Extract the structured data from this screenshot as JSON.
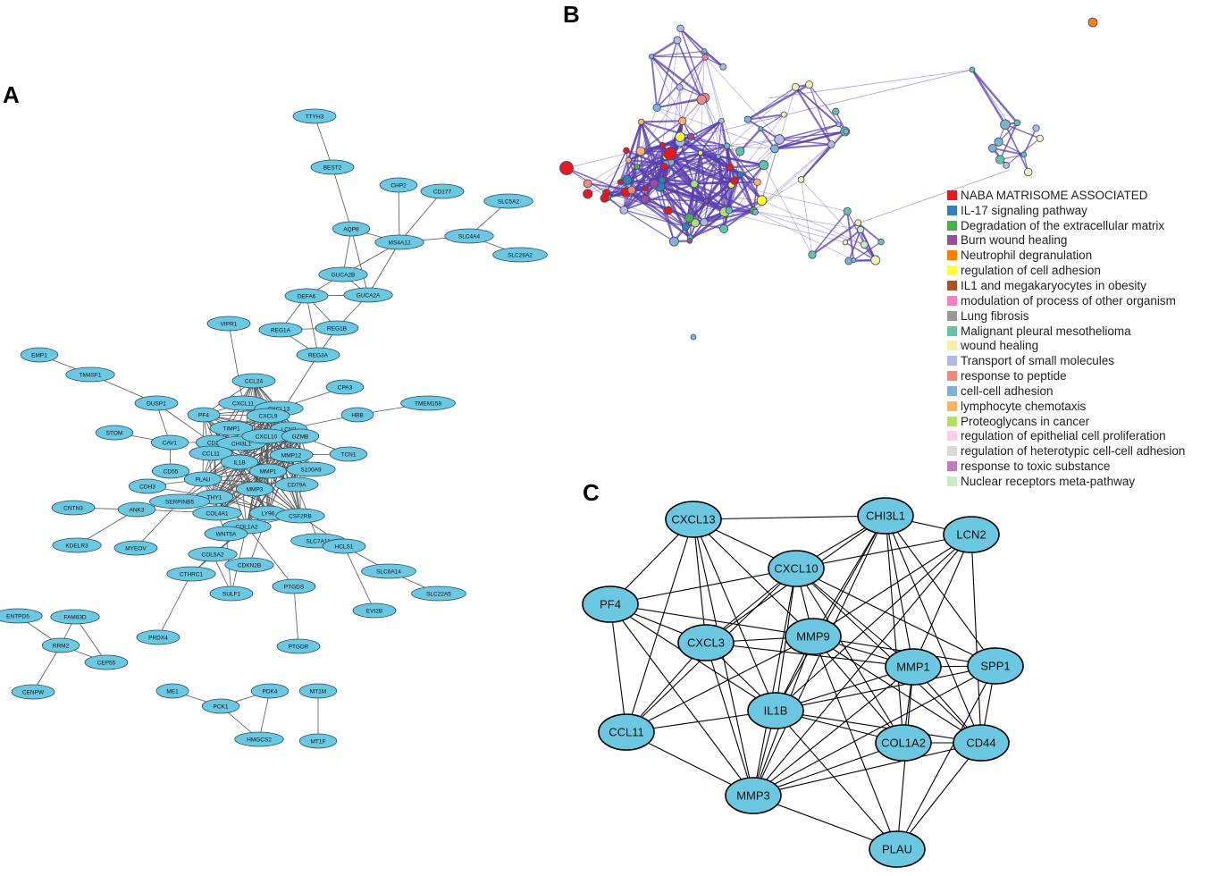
{
  "panels": {
    "a": {
      "label": "A",
      "node_fill": "#6cc8e0",
      "node_stroke": "#1f4f60",
      "edge_color": "#555555",
      "nodes": [
        {
          "id": "TTYH3",
          "label": "TTYH3"
        },
        {
          "id": "BEST2",
          "label": "BEST2"
        },
        {
          "id": "CHP2",
          "label": "CHP2"
        },
        {
          "id": "CD177",
          "label": "CD177"
        },
        {
          "id": "SLC5A2",
          "label": "SLC5A2"
        },
        {
          "id": "AQP8",
          "label": "AQP8"
        },
        {
          "id": "MS4A12",
          "label": "MS4A12"
        },
        {
          "id": "SLC4A4",
          "label": "SLC4A4"
        },
        {
          "id": "SLC26A2",
          "label": "SLC26A2"
        },
        {
          "id": "GUCA2B",
          "label": "GUCA2B"
        },
        {
          "id": "DEFA6",
          "label": "DEFA6"
        },
        {
          "id": "GUCA2A",
          "label": "GUCA2A"
        },
        {
          "id": "VIPR1",
          "label": "VIPR1"
        },
        {
          "id": "REG1A",
          "label": "REG1A"
        },
        {
          "id": "REG1B",
          "label": "REG1B"
        },
        {
          "id": "REG3A",
          "label": "REG3A"
        },
        {
          "id": "EMP1",
          "label": "EMP1"
        },
        {
          "id": "TM4SF1",
          "label": "TM4SF1"
        },
        {
          "id": "CCL24",
          "label": "CCL24"
        },
        {
          "id": "CPA3",
          "label": "CPA3"
        },
        {
          "id": "TMEM158",
          "label": "TMEM158"
        },
        {
          "id": "DUSP1",
          "label": "DUSP1"
        },
        {
          "id": "CXCL11",
          "label": "CXCL11"
        },
        {
          "id": "CXCL13",
          "label": "CXCL13"
        },
        {
          "id": "HBB",
          "label": "HBB"
        },
        {
          "id": "PF4",
          "label": "PF4"
        },
        {
          "id": "CXCL9",
          "label": "CXCL9"
        },
        {
          "id": "STOM",
          "label": "STOM"
        },
        {
          "id": "TIMP1",
          "label": "TIMP1"
        },
        {
          "id": "LCN2",
          "label": "LCN2"
        },
        {
          "id": "CAV1",
          "label": "CAV1"
        },
        {
          "id": "CD27",
          "label": "CD27"
        },
        {
          "id": "CHI3L1",
          "label": "CHI3L1"
        },
        {
          "id": "CXCL10",
          "label": "CXCL10"
        },
        {
          "id": "GZMB",
          "label": "GZMB"
        },
        {
          "id": "TCN1",
          "label": "TCN1"
        },
        {
          "id": "CCL11",
          "label": "CCL11"
        },
        {
          "id": "IL1B",
          "label": "IL1B"
        },
        {
          "id": "MMP12",
          "label": "MMP12"
        },
        {
          "id": "S100A9",
          "label": "S100A9"
        },
        {
          "id": "CD55",
          "label": "CD55"
        },
        {
          "id": "PLAU",
          "label": "PLAU"
        },
        {
          "id": "MMP1",
          "label": "MMP1"
        },
        {
          "id": "CD79A",
          "label": "CD79A"
        },
        {
          "id": "CDH3",
          "label": "CDH3"
        },
        {
          "id": "THY1",
          "label": "THY1"
        },
        {
          "id": "MMP3",
          "label": "MMP3"
        },
        {
          "id": "SERPINB5",
          "label": "SERPINB5"
        },
        {
          "id": "CNTN3",
          "label": "CNTN3"
        },
        {
          "id": "ANK3",
          "label": "ANK3"
        },
        {
          "id": "COL4A1",
          "label": "COL4A1"
        },
        {
          "id": "LY96",
          "label": "LY96"
        },
        {
          "id": "CSF2RB",
          "label": "CSF2RB"
        },
        {
          "id": "COL1A2",
          "label": "COL1A2"
        },
        {
          "id": "WNT5A",
          "label": "WNT5A"
        },
        {
          "id": "SLC7A11",
          "label": "SLC7A11"
        },
        {
          "id": "HCLS1",
          "label": "HCLS1"
        },
        {
          "id": "KDELR3",
          "label": "KDELR3"
        },
        {
          "id": "MYEOV",
          "label": "MYEOV"
        },
        {
          "id": "COL5A2",
          "label": "COL5A2"
        },
        {
          "id": "CDKN2B",
          "label": "CDKN2B"
        },
        {
          "id": "SLC6A14",
          "label": "SLC6A14"
        },
        {
          "id": "CTHRC1",
          "label": "CTHRC1"
        },
        {
          "id": "SULF1",
          "label": "SULF1"
        },
        {
          "id": "PTGDS",
          "label": "PTGDS"
        },
        {
          "id": "EVI2B",
          "label": "EVI2B"
        },
        {
          "id": "SLC22A5",
          "label": "SLC22A5"
        },
        {
          "id": "ENTPD5",
          "label": "ENTPD5"
        },
        {
          "id": "FAM83D",
          "label": "FAM83D"
        },
        {
          "id": "RRM2",
          "label": "RRM2"
        },
        {
          "id": "CEP55",
          "label": "CEP55"
        },
        {
          "id": "PRDX4",
          "label": "PRDX4"
        },
        {
          "id": "PTGDR",
          "label": "PTGDR"
        },
        {
          "id": "CENPW",
          "label": "CENPW"
        },
        {
          "id": "ME1",
          "label": "ME1"
        },
        {
          "id": "PDK4",
          "label": "PDK4"
        },
        {
          "id": "MT1M",
          "label": "MT1M"
        },
        {
          "id": "PCK1",
          "label": "PCK1"
        },
        {
          "id": "HMGCS2",
          "label": "HMGCS2"
        },
        {
          "id": "MT1F",
          "label": "MT1F"
        }
      ]
    },
    "b": {
      "label": "B",
      "edge_color": "#5a3fb0",
      "legend": [
        {
          "label": "NABA MATRISOME ASSOCIATED",
          "color": "#e41a1c"
        },
        {
          "label": "IL-17 signaling pathway",
          "color": "#377eb8"
        },
        {
          "label": "Degradation of the extracellular matrix",
          "color": "#4daf4a"
        },
        {
          "label": "Burn wound healing",
          "color": "#984ea3"
        },
        {
          "label": "Neutrophil degranulation",
          "color": "#ff7f00"
        },
        {
          "label": "regulation of cell adhesion",
          "color": "#ffff33"
        },
        {
          "label": "IL1 and megakaryocytes in obesity",
          "color": "#a65628"
        },
        {
          "label": "modulation of process of other organism",
          "color": "#f781bf"
        },
        {
          "label": "Lung fibrosis",
          "color": "#999999"
        },
        {
          "label": "Malignant pleural mesothelioma",
          "color": "#66c2a5"
        },
        {
          "label": "wound healing",
          "color": "#f5f0a8"
        },
        {
          "label": "Transport of small molecules",
          "color": "#b7b7e4"
        },
        {
          "label": "response to peptide",
          "color": "#f08a7e"
        },
        {
          "label": "cell-cell adhesion",
          "color": "#80b1d3"
        },
        {
          "label": "lymphocyte chemotaxis",
          "color": "#fdb462"
        },
        {
          "label": "Proteoglycans in cancer",
          "color": "#b3de69"
        },
        {
          "label": "regulation of epithelial cell proliferation",
          "color": "#fccde5"
        },
        {
          "label": "regulation of heterotypic cell-cell adhesion",
          "color": "#d9d9d9"
        },
        {
          "label": "response to toxic substance",
          "color": "#bc80bd"
        },
        {
          "label": "Nuclear receptors meta-pathway",
          "color": "#ccebc5"
        }
      ]
    },
    "c": {
      "label": "C",
      "node_fill": "#6cc8e0",
      "node_stroke": "#000000",
      "edge_color": "#000000",
      "nodes": [
        {
          "id": "CXCL13",
          "label": "CXCL13"
        },
        {
          "id": "CHI3L1",
          "label": "CHI3L1"
        },
        {
          "id": "LCN2",
          "label": "LCN2"
        },
        {
          "id": "CXCL10",
          "label": "CXCL10"
        },
        {
          "id": "PF4",
          "label": "PF4"
        },
        {
          "id": "MMP9",
          "label": "MMP9"
        },
        {
          "id": "CXCL3",
          "label": "CXCL3"
        },
        {
          "id": "MMP1",
          "label": "MMP1"
        },
        {
          "id": "SPP1",
          "label": "SPP1"
        },
        {
          "id": "IL1B",
          "label": "IL1B"
        },
        {
          "id": "CCL11",
          "label": "CCL11"
        },
        {
          "id": "COL1A2",
          "label": "COL1A2"
        },
        {
          "id": "CD44",
          "label": "CD44"
        },
        {
          "id": "MMP3",
          "label": "MMP3"
        },
        {
          "id": "PLAU",
          "label": "PLAU"
        }
      ]
    }
  }
}
